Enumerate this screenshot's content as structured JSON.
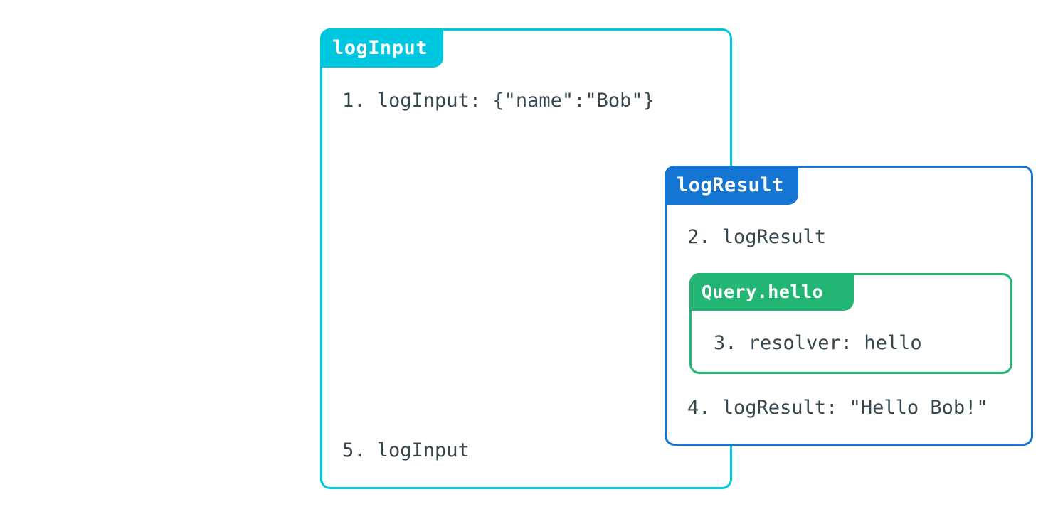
{
  "diagram": {
    "title": "logInput",
    "background": "#ffffff",
    "text_color": "#37474f",
    "boxes": [
      {
        "id": "logInput",
        "label": "logInput",
        "color": "#00c7e0",
        "lines": [
          {
            "number": "1.",
            "text": "1. logInput: {\"name\":\"Bob\"}"
          },
          {
            "number": "5.",
            "text": "5. logInput"
          }
        ]
      },
      {
        "id": "logResult",
        "label": "logResult",
        "color": "#1476d2",
        "lines": [
          {
            "number": "2.",
            "text": "2. logResult"
          },
          {
            "number": "4.",
            "text": "4. logResult: \"Hello Bob!\""
          }
        ]
      },
      {
        "id": "Query.hello",
        "label": "Query.hello",
        "color": "#22b573",
        "lines": [
          {
            "number": "3.",
            "text": "3. resolver: hello"
          }
        ]
      }
    ]
  }
}
